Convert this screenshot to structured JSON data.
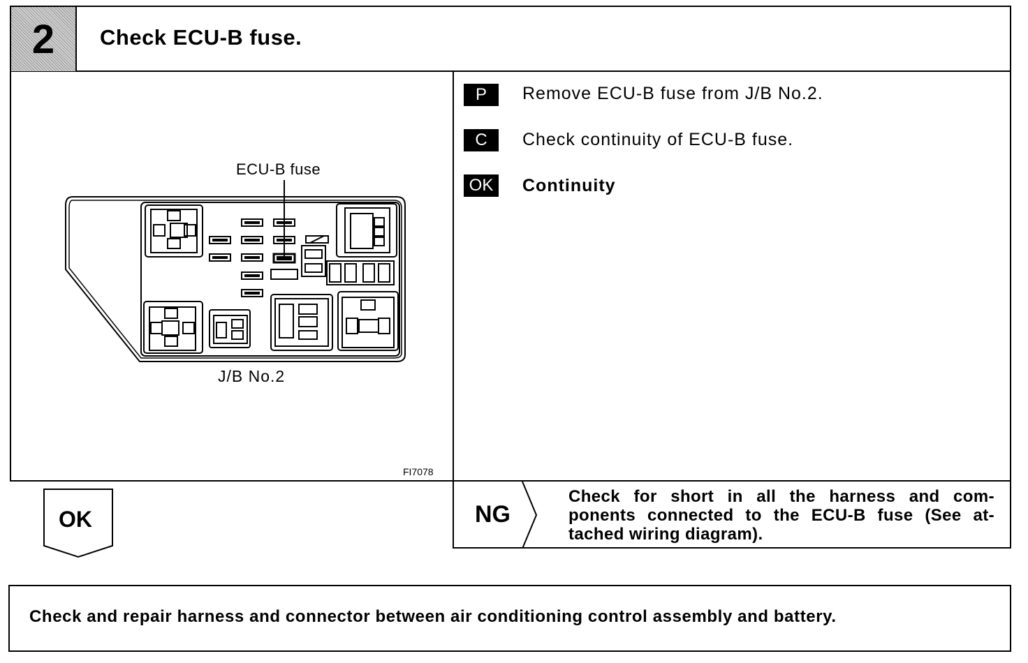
{
  "step": {
    "number": "2",
    "title": "Check ECU-B fuse."
  },
  "figure": {
    "callout_label": "ECU-B fuse",
    "box_label": "J/B No.2",
    "figure_id": "FI7078"
  },
  "instructions": [
    {
      "tag": "P",
      "text": "Remove ECU-B fuse from J/B No.2."
    },
    {
      "tag": "C",
      "text": "Check continuity of ECU-B fuse."
    },
    {
      "tag": "OK",
      "text": "Continuity"
    }
  ],
  "ok_branch": {
    "label": "OK"
  },
  "ng_branch": {
    "label": "NG",
    "text": "Check for short in all the harness and com- ponents connected to the ECU-B fuse (See at- tached wiring diagram)."
  },
  "final_action": {
    "text": "Check and repair harness and connector between air conditioning control assembly and battery."
  }
}
